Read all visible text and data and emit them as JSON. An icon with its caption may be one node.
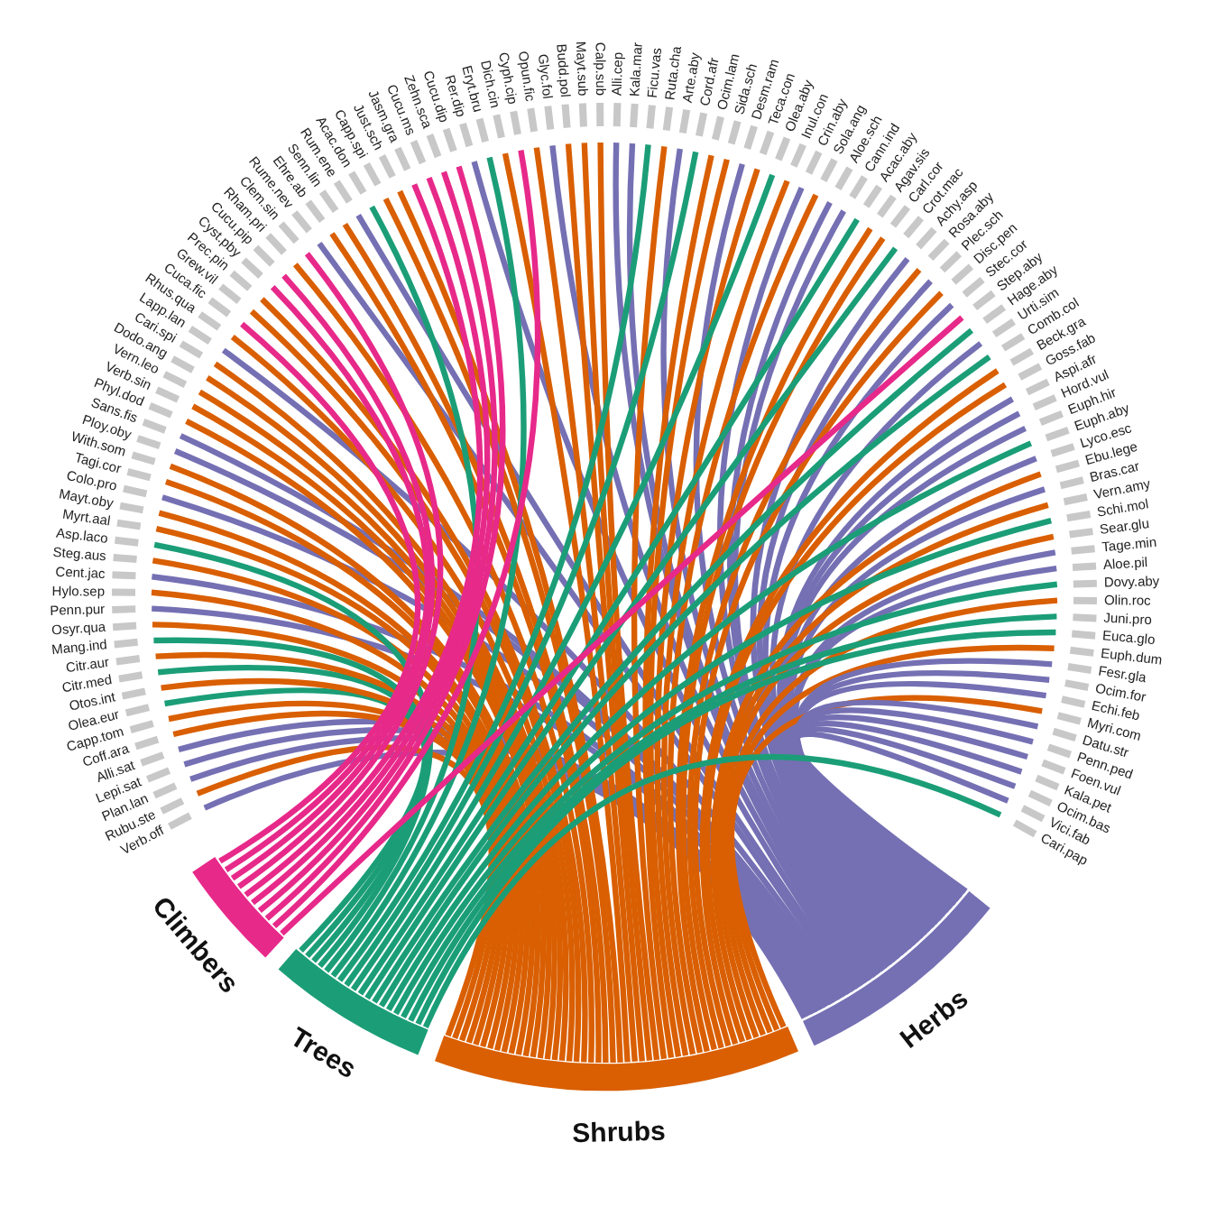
{
  "diagram": {
    "nodes": [
      {
        "text": [
          "Climbers"
        ]
      },
      {
        "text": [
          "Trees"
        ]
      },
      {
        "text": [
          "Shrubs"
        ]
      },
      {
        "text": [
          "Herbs"
        ]
      },
      {
        "text": [
          "Verb.off"
        ]
      },
      {
        "text": [
          "Rubu.ste"
        ]
      },
      {
        "text": [
          "Plan.lan"
        ]
      },
      {
        "text": [
          "Lepi.sat"
        ]
      },
      {
        "text": [
          "Alli.sat"
        ]
      },
      {
        "text": [
          "Coff.ara"
        ]
      },
      {
        "text": [
          "Capp.tom"
        ]
      },
      {
        "text": [
          "Olea.eur"
        ]
      },
      {
        "text": [
          "Otos.int"
        ]
      },
      {
        "text": [
          "Citr.med"
        ]
      },
      {
        "text": [
          "Citr.aur"
        ]
      },
      {
        "text": [
          "Mang.ind"
        ]
      },
      {
        "text": [
          "Osyr.qua"
        ]
      },
      {
        "text": [
          "Penn.pur"
        ]
      },
      {
        "text": [
          "Hylo.sep"
        ]
      },
      {
        "text": [
          "Cent.jac"
        ]
      },
      {
        "text": [
          "Steg.aus"
        ]
      },
      {
        "text": [
          "Asp.laco"
        ]
      },
      {
        "text": [
          "Myrt.aal"
        ]
      },
      {
        "text": [
          "Mayt.oby"
        ]
      },
      {
        "text": [
          "Colo.pro"
        ]
      },
      {
        "text": [
          "Tagi.cor"
        ]
      },
      {
        "text": [
          "With.som"
        ]
      },
      {
        "text": [
          "Ploy.oby"
        ]
      },
      {
        "text": [
          "Sans.fis"
        ]
      },
      {
        "text": [
          "Phyl.dod"
        ]
      },
      {
        "text": [
          "Verb.sin"
        ]
      },
      {
        "text": [
          "Vern.leo"
        ]
      },
      {
        "text": [
          "Dodo.ang"
        ]
      },
      {
        "text": [
          "Cari.spi"
        ]
      },
      {
        "text": [
          "Lapp.lan"
        ]
      },
      {
        "text": [
          "Rhus.qua"
        ]
      },
      {
        "text": [
          "Cuca.fic"
        ]
      },
      {
        "text": [
          "Grew.vil"
        ]
      },
      {
        "text": [
          "Prec.pin"
        ]
      },
      {
        "text": [
          "Cyst.pby"
        ]
      },
      {
        "text": [
          "Cucu.pip"
        ]
      },
      {
        "text": [
          "Rham.pri"
        ]
      },
      {
        "text": [
          "Clem.sin"
        ]
      },
      {
        "text": [
          "Rume.nev"
        ]
      },
      {
        "text": [
          "Ehre.ab"
        ]
      },
      {
        "text": [
          "Senn.lin"
        ]
      },
      {
        "text": [
          "Rum.ene"
        ]
      },
      {
        "text": [
          "Acac.don"
        ]
      },
      {
        "text": [
          "Capp.spi"
        ]
      },
      {
        "text": [
          "Just.sch"
        ]
      },
      {
        "text": [
          "Jasm.gra"
        ]
      },
      {
        "text": [
          "Cucu.ms"
        ]
      },
      {
        "text": [
          "Zehn.sca"
        ]
      },
      {
        "text": [
          "Cucu.dip"
        ]
      },
      {
        "text": [
          "Rer.dip"
        ]
      },
      {
        "text": [
          "Eryt.bru"
        ]
      },
      {
        "text": [
          "Dich.cin"
        ]
      },
      {
        "text": [
          "Cyph.cip"
        ]
      },
      {
        "text": [
          "Opun.fic"
        ]
      },
      {
        "text": [
          "Glyc.fol"
        ]
      },
      {
        "text": [
          "Budd.pol"
        ]
      },
      {
        "text": [
          "Mayt.sub"
        ]
      },
      {
        "text": [
          "Calp.sub"
        ]
      },
      {
        "text": [
          "Alli.cep"
        ]
      },
      {
        "text": [
          "Kala.mar"
        ]
      },
      {
        "text": [
          "Ficu.vas"
        ]
      },
      {
        "text": [
          "Ruta.cha"
        ]
      },
      {
        "text": [
          "Arte.aby"
        ]
      },
      {
        "text": [
          "Cord.afr"
        ]
      },
      {
        "text": [
          "Ocim.lam"
        ]
      },
      {
        "text": [
          "Sida.sch"
        ]
      },
      {
        "text": [
          "Desm.ram"
        ]
      },
      {
        "text": [
          "Teca.con"
        ]
      },
      {
        "text": [
          "Olea.aby"
        ]
      },
      {
        "text": [
          "Inul.con"
        ]
      },
      {
        "text": [
          "Crin.aby"
        ]
      },
      {
        "text": [
          "Sola.ang"
        ]
      },
      {
        "text": [
          "Aloe.sch"
        ]
      },
      {
        "text": [
          "Cann.ind"
        ]
      },
      {
        "text": [
          "Acac.aby"
        ]
      },
      {
        "text": [
          "Agav.sis"
        ]
      },
      {
        "text": [
          "Carl.cor"
        ]
      },
      {
        "text": [
          "Crot.mac"
        ]
      },
      {
        "text": [
          "Achy.asp"
        ]
      },
      {
        "text": [
          "Rosa.aby"
        ]
      },
      {
        "text": [
          "Plec.sch"
        ]
      },
      {
        "text": [
          "Disc.pen"
        ]
      },
      {
        "text": [
          "Stec.cor"
        ]
      },
      {
        "text": [
          "Step.aby"
        ]
      },
      {
        "text": [
          "Hage.aby"
        ]
      },
      {
        "text": [
          "Urti.sim"
        ]
      },
      {
        "text": [
          "Comb.col"
        ]
      },
      {
        "text": [
          "Beck.gra"
        ]
      },
      {
        "text": [
          "Goss.fab"
        ]
      },
      {
        "text": [
          "Aspi.afr"
        ]
      },
      {
        "text": [
          "Hord.vul"
        ]
      },
      {
        "text": [
          "Euph.hir"
        ]
      },
      {
        "text": [
          "Euph.aby"
        ]
      },
      {
        "text": [
          "Lyco.esc"
        ]
      },
      {
        "text": [
          "Ebu.lege"
        ]
      },
      {
        "text": [
          "Bras.car"
        ]
      },
      {
        "text": [
          "Vern.amy"
        ]
      },
      {
        "text": [
          "Schi.mol"
        ]
      },
      {
        "text": [
          "Sear.glu"
        ]
      },
      {
        "text": [
          "Tage.min"
        ]
      },
      {
        "text": [
          "Aloe.pil"
        ]
      },
      {
        "text": [
          "Dovy.aby"
        ]
      },
      {
        "text": [
          "Olin.roc"
        ]
      },
      {
        "text": [
          "Juni.pro"
        ]
      },
      {
        "text": [
          "Euca.glo"
        ]
      },
      {
        "text": [
          "Euph.dum"
        ]
      },
      {
        "text": [
          "Fesr.gla"
        ]
      },
      {
        "text": [
          "Ocim.for"
        ]
      },
      {
        "text": [
          "Echi.feb"
        ]
      },
      {
        "text": [
          "Myri.com"
        ]
      },
      {
        "text": [
          "Datu.str"
        ]
      },
      {
        "text": [
          "Penn.ped"
        ]
      },
      {
        "text": [
          "Foen.vul"
        ]
      },
      {
        "text": [
          "Kala.pet"
        ]
      },
      {
        "text": [
          "Ocim.bas"
        ]
      },
      {
        "text": [
          "Vici.fab"
        ]
      },
      {
        "text": [
          "Cari.pap"
        ]
      }
    ],
    "edges": [
      {
        "from": 3,
        "to": 4,
        "arrow": "none",
        "color": "#7570b3"
      },
      {
        "from": 2,
        "to": 5,
        "arrow": "none"
      },
      {
        "from": 3,
        "to": 6,
        "arrow": "none",
        "color": "#7570b3"
      },
      {
        "from": 3,
        "to": 7,
        "arrow": "none",
        "color": "#7570b3"
      },
      {
        "from": 3,
        "to": 8,
        "arrow": "none",
        "color": "#7570b3"
      },
      {
        "from": 2,
        "to": 9,
        "arrow": "none"
      },
      {
        "from": 2,
        "to": 10,
        "arrow": "none"
      },
      {
        "from": 1,
        "to": 11,
        "arrow": "none",
        "color": "#1b9e77"
      },
      {
        "from": 2,
        "to": 12,
        "arrow": "none"
      },
      {
        "from": 1,
        "to": 13,
        "arrow": "none",
        "color": "#1b9e77"
      },
      {
        "from": 2,
        "to": 14,
        "arrow": "none"
      },
      {
        "from": 1,
        "to": 15,
        "arrow": "none",
        "color": "#1b9e77"
      },
      {
        "from": 2,
        "to": 16,
        "arrow": "none"
      },
      {
        "from": 3,
        "to": 17,
        "arrow": "none",
        "color": "#7570b3"
      },
      {
        "from": 2,
        "to": 18,
        "arrow": "none"
      },
      {
        "from": 3,
        "to": 19,
        "arrow": "none",
        "color": "#7570b3"
      },
      {
        "from": 2,
        "to": 20,
        "arrow": "none"
      },
      {
        "from": 1,
        "to": 21,
        "arrow": "none",
        "color": "#1b9e77"
      },
      {
        "from": 2,
        "to": 22,
        "arrow": "none"
      },
      {
        "from": 2,
        "to": 23,
        "arrow": "none"
      },
      {
        "from": 3,
        "to": 24,
        "arrow": "none",
        "color": "#7570b3"
      },
      {
        "from": 2,
        "to": 25,
        "arrow": "none"
      },
      {
        "from": 2,
        "to": 26,
        "arrow": "none"
      },
      {
        "from": 3,
        "to": 27,
        "arrow": "none",
        "color": "#7570b3"
      },
      {
        "from": 3,
        "to": 28,
        "arrow": "none",
        "color": "#7570b3"
      },
      {
        "from": 2,
        "to": 29,
        "arrow": "none"
      },
      {
        "from": 2,
        "to": 30,
        "arrow": "none"
      },
      {
        "from": 2,
        "to": 31,
        "arrow": "none"
      },
      {
        "from": 2,
        "to": 32,
        "arrow": "none"
      },
      {
        "from": 2,
        "to": 33,
        "arrow": "none"
      },
      {
        "from": 3,
        "to": 34,
        "arrow": "none",
        "color": "#7570b3"
      },
      {
        "from": 2,
        "to": 35,
        "arrow": "none"
      },
      {
        "from": 0,
        "to": 36,
        "arrow": "none",
        "color": "#e7298a"
      },
      {
        "from": 2,
        "to": 37,
        "arrow": "none"
      },
      {
        "from": 2,
        "to": 38,
        "arrow": "none"
      },
      {
        "from": 0,
        "to": 39,
        "arrow": "none",
        "color": "#e7298a"
      },
      {
        "from": 0,
        "to": 40,
        "arrow": "none",
        "color": "#e7298a"
      },
      {
        "from": 2,
        "to": 41,
        "arrow": "none"
      },
      {
        "from": 0,
        "to": 42,
        "arrow": "none",
        "color": "#e7298a"
      },
      {
        "from": 3,
        "to": 43,
        "arrow": "none",
        "color": "#7570b3"
      },
      {
        "from": 2,
        "to": 44,
        "arrow": "none"
      },
      {
        "from": 2,
        "to": 45,
        "arrow": "none"
      },
      {
        "from": 3,
        "to": 46,
        "arrow": "none",
        "color": "#7570b3"
      },
      {
        "from": 1,
        "to": 47,
        "arrow": "none",
        "color": "#1b9e77"
      },
      {
        "from": 2,
        "to": 48,
        "arrow": "none"
      },
      {
        "from": 2,
        "to": 49,
        "arrow": "none"
      },
      {
        "from": 0,
        "to": 50,
        "arrow": "none",
        "color": "#e7298a"
      },
      {
        "from": 0,
        "to": 51,
        "arrow": "none",
        "color": "#e7298a"
      },
      {
        "from": 0,
        "to": 52,
        "arrow": "none",
        "color": "#e7298a"
      },
      {
        "from": 0,
        "to": 53,
        "arrow": "none",
        "color": "#e7298a"
      },
      {
        "from": 3,
        "to": 54,
        "arrow": "none",
        "color": "#7570b3"
      },
      {
        "from": 1,
        "to": 55,
        "arrow": "none",
        "color": "#1b9e77"
      },
      {
        "from": 2,
        "to": 56,
        "arrow": "none"
      },
      {
        "from": 0,
        "to": 57,
        "arrow": "none",
        "color": "#e7298a"
      },
      {
        "from": 2,
        "to": 58,
        "arrow": "none"
      },
      {
        "from": 3,
        "to": 59,
        "arrow": "none",
        "color": "#7570b3"
      },
      {
        "from": 2,
        "to": 60,
        "arrow": "none"
      },
      {
        "from": 2,
        "to": 61,
        "arrow": "none"
      },
      {
        "from": 2,
        "to": 62,
        "arrow": "none"
      },
      {
        "from": 3,
        "to": 63,
        "arrow": "none",
        "color": "#7570b3"
      },
      {
        "from": 3,
        "to": 64,
        "arrow": "none",
        "color": "#7570b3"
      },
      {
        "from": 1,
        "to": 65,
        "arrow": "none",
        "color": "#1b9e77"
      },
      {
        "from": 2,
        "to": 66,
        "arrow": "none"
      },
      {
        "from": 3,
        "to": 67,
        "arrow": "none",
        "color": "#7570b3"
      },
      {
        "from": 1,
        "to": 68,
        "arrow": "none",
        "color": "#1b9e77"
      },
      {
        "from": 2,
        "to": 69,
        "arrow": "none"
      },
      {
        "from": 2,
        "to": 70,
        "arrow": "none"
      },
      {
        "from": 3,
        "to": 71,
        "arrow": "none",
        "color": "#7570b3"
      },
      {
        "from": 2,
        "to": 72,
        "arrow": "none"
      },
      {
        "from": 1,
        "to": 73,
        "arrow": "none",
        "color": "#1b9e77"
      },
      {
        "from": 2,
        "to": 74,
        "arrow": "none"
      },
      {
        "from": 3,
        "to": 75,
        "arrow": "none",
        "color": "#7570b3"
      },
      {
        "from": 2,
        "to": 76,
        "arrow": "none"
      },
      {
        "from": 3,
        "to": 77,
        "arrow": "none",
        "color": "#7570b3"
      },
      {
        "from": 3,
        "to": 78,
        "arrow": "none",
        "color": "#7570b3"
      },
      {
        "from": 1,
        "to": 79,
        "arrow": "none",
        "color": "#1b9e77"
      },
      {
        "from": 2,
        "to": 80,
        "arrow": "none"
      },
      {
        "from": 2,
        "to": 81,
        "arrow": "none"
      },
      {
        "from": 1,
        "to": 82,
        "arrow": "none",
        "color": "#1b9e77"
      },
      {
        "from": 3,
        "to": 83,
        "arrow": "none",
        "color": "#7570b3"
      },
      {
        "from": 2,
        "to": 84,
        "arrow": "none"
      },
      {
        "from": 3,
        "to": 85,
        "arrow": "none",
        "color": "#7570b3"
      },
      {
        "from": 2,
        "to": 86,
        "arrow": "none"
      },
      {
        "from": 3,
        "to": 87,
        "arrow": "none",
        "color": "#7570b3"
      },
      {
        "from": 0,
        "to": 88,
        "arrow": "none",
        "color": "#e7298a"
      },
      {
        "from": 1,
        "to": 89,
        "arrow": "none",
        "color": "#1b9e77"
      },
      {
        "from": 3,
        "to": 90,
        "arrow": "none",
        "color": "#7570b3"
      },
      {
        "from": 1,
        "to": 91,
        "arrow": "none",
        "color": "#1b9e77"
      },
      {
        "from": 2,
        "to": 92,
        "arrow": "none"
      },
      {
        "from": 2,
        "to": 93,
        "arrow": "none"
      },
      {
        "from": 3,
        "to": 94,
        "arrow": "none",
        "color": "#7570b3"
      },
      {
        "from": 3,
        "to": 95,
        "arrow": "none",
        "color": "#7570b3"
      },
      {
        "from": 3,
        "to": 96,
        "arrow": "none",
        "color": "#7570b3"
      },
      {
        "from": 1,
        "to": 97,
        "arrow": "none",
        "color": "#1b9e77"
      },
      {
        "from": 3,
        "to": 98,
        "arrow": "none",
        "color": "#7570b3"
      },
      {
        "from": 2,
        "to": 99,
        "arrow": "none"
      },
      {
        "from": 3,
        "to": 100,
        "arrow": "none",
        "color": "#7570b3"
      },
      {
        "from": 2,
        "to": 101,
        "arrow": "none"
      },
      {
        "from": 1,
        "to": 102,
        "arrow": "none",
        "color": "#1b9e77"
      },
      {
        "from": 2,
        "to": 103,
        "arrow": "none"
      },
      {
        "from": 3,
        "to": 104,
        "arrow": "none",
        "color": "#7570b3"
      },
      {
        "from": 3,
        "to": 105,
        "arrow": "none",
        "color": "#7570b3"
      },
      {
        "from": 1,
        "to": 106,
        "arrow": "none",
        "color": "#1b9e77"
      },
      {
        "from": 2,
        "to": 107,
        "arrow": "none"
      },
      {
        "from": 1,
        "to": 108,
        "arrow": "none",
        "color": "#1b9e77"
      },
      {
        "from": 1,
        "to": 109,
        "arrow": "none",
        "color": "#1b9e77"
      },
      {
        "from": 2,
        "to": 110,
        "arrow": "none"
      },
      {
        "from": 3,
        "to": 111,
        "arrow": "none",
        "color": "#7570b3"
      },
      {
        "from": 3,
        "to": 112,
        "arrow": "none",
        "color": "#7570b3"
      },
      {
        "from": 3,
        "to": 113,
        "arrow": "none",
        "color": "#7570b3"
      },
      {
        "from": 2,
        "to": 114,
        "arrow": "none"
      },
      {
        "from": 3,
        "to": 115,
        "arrow": "none",
        "color": "#7570b3"
      },
      {
        "from": 3,
        "to": 116,
        "arrow": "none",
        "color": "#7570b3"
      },
      {
        "from": 3,
        "to": 117,
        "arrow": "none",
        "color": "#7570b3"
      },
      {
        "from": 3,
        "to": 118,
        "arrow": "none",
        "color": "#7570b3"
      },
      {
        "from": 3,
        "to": 119,
        "arrow": "none",
        "color": "#7570b3"
      },
      {
        "from": 3,
        "to": 120,
        "arrow": "none",
        "color": "#7570b3"
      },
      {
        "from": 1,
        "to": 121,
        "arrow": "none",
        "color": "#1b9e77"
      }
    ]
  }
}
